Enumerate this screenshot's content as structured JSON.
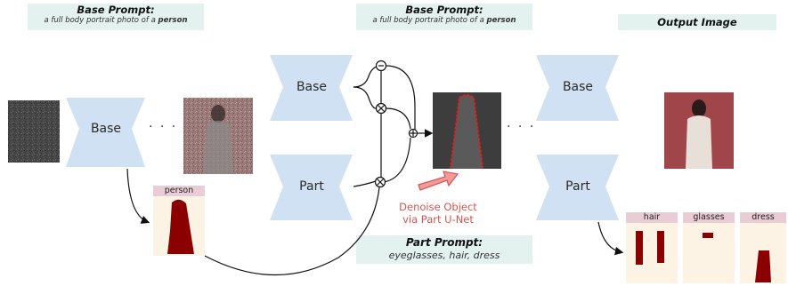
{
  "base_prompt_left": {
    "title": "Base Prompt:",
    "text_prefix": "a full body portrait photo of a ",
    "text_bold": "person"
  },
  "base_prompt_mid": {
    "title": "Base Prompt:",
    "text_prefix": "a full body portrait photo of a ",
    "text_bold": "person"
  },
  "output": {
    "title": "Output Image"
  },
  "unets": {
    "left": "Base",
    "mid_top": "Base",
    "mid_bottom": "Part",
    "right_top": "Base",
    "right_bottom": "Part"
  },
  "dots": "· · ·",
  "masks": {
    "person": "person",
    "hair": "hair",
    "glasses": "glasses",
    "dress": "dress"
  },
  "annotation": {
    "line1": "Denoise Object",
    "line2": "via Part U-Net"
  },
  "part_prompt": {
    "title": "Part Prompt:",
    "text": "eyeglasses, hair, dress"
  },
  "colors": {
    "unet": "#cfe1f2",
    "prompt_bg": "#e3f1ef",
    "mask_label_bg": "#e9ccd6",
    "mask_bg": "#fdf3e4",
    "mask_fill": "#8b0000",
    "accent": "#d9534f"
  }
}
